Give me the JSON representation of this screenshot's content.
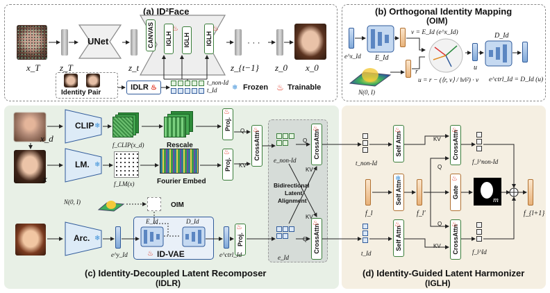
{
  "panel_a": {
    "title": "(a) ID²Face",
    "xT": "x_T",
    "zT": "z_T",
    "unet": "UNet",
    "zt": "z_t",
    "zt1": "z_{t−1}",
    "z0": "z_0",
    "x0": "x_0",
    "ellipsis": "· · ·",
    "idlr": "IDLR",
    "t_nonid": "t_non-Id",
    "t_id": "t_Id",
    "identity_pair": "Identity Pair",
    "frozen": "Frozen",
    "trainable": "Trainable",
    "block_labels": [
      "CANVAS",
      "IGLH",
      "IGLH",
      "IGLH"
    ]
  },
  "panel_b": {
    "title": "(b) Orthogonal Identity Mapping",
    "subtitle": "(OIM)",
    "ex_id": "e^x_Id",
    "E_id": "E_Id",
    "v_eq": "v = E_Id (e^x_Id)",
    "r": "r",
    "normal": "N(0, I)",
    "u_eq": "u = r − (⟨r, v⟩ / ‖v‖²) · v",
    "u": "u",
    "D_id": "D_Id",
    "e_ctrl": "e^ctrl_Id = D_Id (u)"
  },
  "panel_c": {
    "title": "(c) Identity-Decoupled Latent Recomposer",
    "subtitle": "(IDLR)",
    "clip": "CLIP",
    "lm": "LM.",
    "arc": "Arc.",
    "f_clip": "f_CLIP(x_d)",
    "f_lm": "f_LM(x)",
    "rescale": "Rescale",
    "fourier": "Fourier Embed",
    "xd": "x_d",
    "x": "x",
    "proj": "Proj.",
    "crossattn": "CrossAttn",
    "e_nonid": "e_non-Id",
    "e_id": "e_Id",
    "bidir": [
      "Bidirectional",
      "Latent",
      "Alignment"
    ],
    "q": "Q",
    "kv": "KV",
    "normal": "N(0, I)",
    "oim": "OIM",
    "E_id": "E_Id",
    "D_id": "D_Id",
    "idvae": "ID-VAE",
    "ey_id": "e^y_Id",
    "e_ctrl": "e^ctrl_Id"
  },
  "panel_d": {
    "title": "(d) Identity-Guided Latent Harmonizer",
    "subtitle": "(IGLH)",
    "selfattn": "Self Attn",
    "crossattn": "CrossAttn",
    "gate": "Gate",
    "t_nonid": "t_non-Id",
    "fl": "f_l",
    "fl_prime": "f_l′",
    "t_id": "t_Id",
    "f_nonid": "f_l^non-Id",
    "f_id": "f_l^Id",
    "m": "m",
    "fl1": "f_{l+1}",
    "q": "Q",
    "kv": "KV"
  },
  "colors": {
    "green": "#3a7d3a",
    "blue": "#2f5a9a",
    "flame": "#e0301e",
    "snow": "#3a8fd8"
  }
}
